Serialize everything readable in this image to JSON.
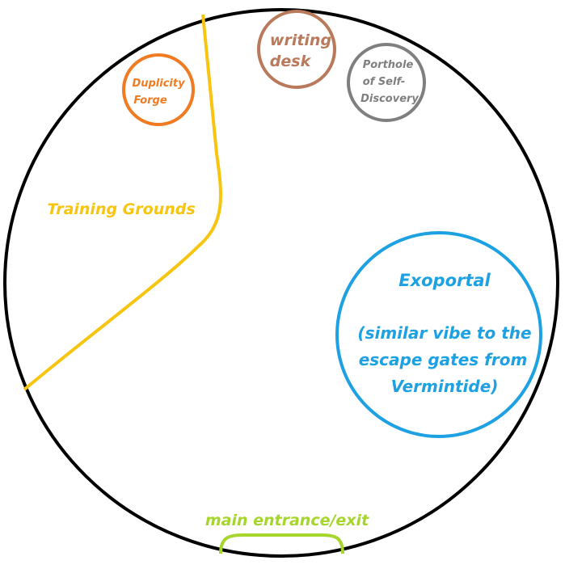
{
  "map": {
    "colors": {
      "outline": "#000000",
      "training": "#f7c50f",
      "forge": "#f07b22",
      "desk": "#b9795b",
      "porthole": "#7f7f7f",
      "exoportal": "#1da1e2",
      "entrance": "#a6d52c"
    },
    "training_grounds": {
      "label": "Training Grounds"
    },
    "duplicity_forge": {
      "line1": "Duplicity",
      "line2": "Forge"
    },
    "writing_desk": {
      "line1": "writing",
      "line2": "desk"
    },
    "porthole": {
      "line1": "Porthole",
      "line2": "of Self-",
      "line3": "Discovery"
    },
    "exoportal": {
      "title": "Exoportal",
      "desc1": "(similar vibe to the",
      "desc2": "escape gates from",
      "desc3": "Vermintide)"
    },
    "entrance": {
      "label": "main entrance/exit"
    }
  }
}
